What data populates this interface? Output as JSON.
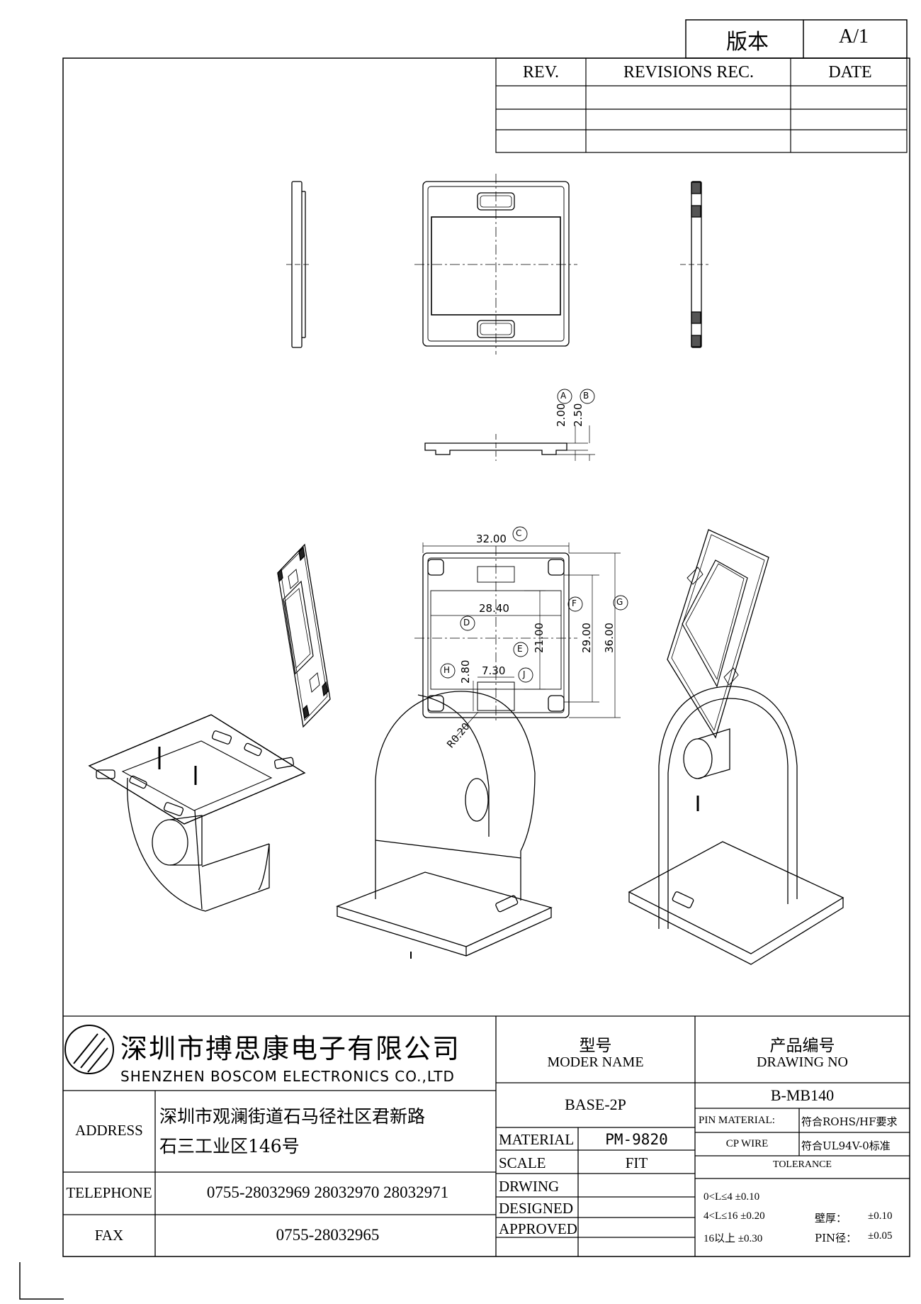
{
  "version_block": {
    "label": "版本",
    "value": "A/1"
  },
  "revisions": {
    "headers": {
      "rev": "REV.",
      "rec": "REVISIONS REC.",
      "date": "DATE"
    },
    "rows": [
      [
        "",
        "",
        ""
      ],
      [
        "",
        "",
        ""
      ],
      [
        "",
        "",
        ""
      ]
    ]
  },
  "datums": {
    "A": "A",
    "B": "B",
    "C": "C",
    "D": "D",
    "E": "E",
    "F": "F",
    "G": "G",
    "H": "H",
    "J": "J"
  },
  "dimensions": {
    "thickness_a": "2.00",
    "thickness_b": "2.50",
    "width_c": "32.00",
    "window_d": "28.40",
    "window_e": "21.00",
    "length_f": "29.00",
    "length_g": "36.00",
    "slot_h": "2.80",
    "slot_j": "7.30",
    "radius": "R0.20"
  },
  "company": {
    "name_cn": "深圳市搏思康电子有限公司",
    "name_en": "SHENZHEN BOSCOM ELECTRONICS CO.,LTD"
  },
  "contact": {
    "address_label": "ADDRESS",
    "address_line1": "深圳市观澜街道石马径社区君新路",
    "address_line2": "石三工业区146号",
    "telephone_label": "TELEPHONE",
    "telephone": "0755-28032969 28032970 28032971",
    "fax_label": "FAX",
    "fax": "0755-28032965"
  },
  "title_block": {
    "model_label_cn": "型号",
    "model_label_en": "MODER NAME",
    "model_value": "BASE-2P",
    "drawing_label_cn": "产品编号",
    "drawing_label_en": "DRAWING NO",
    "drawing_value": "B-MB140",
    "material_label": "MATERIAL",
    "material_value": "PM-9820",
    "scale_label": "SCALE",
    "scale_value": "FIT",
    "drawing_row_label": "DRWING",
    "drawing_row_value": "",
    "designed_label": "DESIGNED",
    "designed_value": "",
    "approved_label": "APPROVED",
    "approved_value": "",
    "pin_material_label": "PIN MATERIAL:",
    "pin_material_value": "CP WIRE",
    "rohs": "符合ROHS/HF要求",
    "ul": "符合UL94V-0标准",
    "tolerance_label": "TOLERANCE",
    "tol_1": "0<L≤4  ±0.10",
    "tol_2": "4<L≤16  ±0.20",
    "tol_3": "16以上    ±0.30",
    "wall_label": "壁厚：",
    "wall_value": "±0.10",
    "pin_dia_label": "PIN径：",
    "pin_dia_value": "±0.05"
  }
}
